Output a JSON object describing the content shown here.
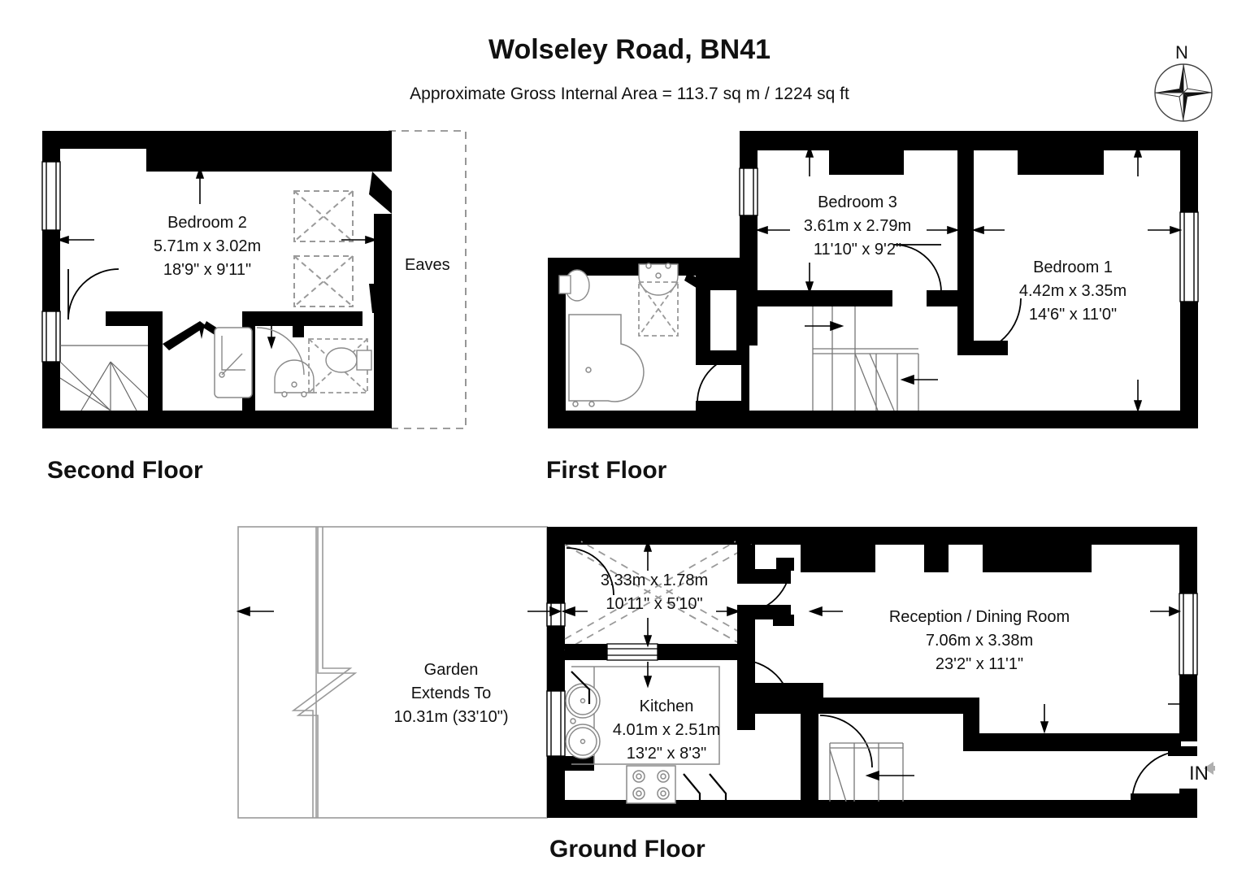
{
  "header": {
    "title": "Wolseley Road, BN41",
    "subtitle": "Approximate Gross Internal Area = 113.7 sq m / 1224 sq ft"
  },
  "compass": {
    "north_label": "N",
    "icon": "compass-rose-icon"
  },
  "floors": [
    {
      "id": "second",
      "caption": "Second Floor",
      "rooms": [
        {
          "name": "Bedroom 2",
          "metric": "5.71m x 3.02m",
          "imperial": "18'9\" x 9'11\""
        }
      ],
      "annotations": [
        {
          "name": "eaves",
          "text": "Eaves"
        }
      ]
    },
    {
      "id": "first",
      "caption": "First Floor",
      "rooms": [
        {
          "name": "Bedroom 3",
          "metric": "3.61m x 2.79m",
          "imperial": "11'10\" x 9'2\""
        },
        {
          "name": "Bedroom 1",
          "metric": "4.42m x 3.35m",
          "imperial": "14'6\" x 11'0\""
        }
      ],
      "annotations": []
    },
    {
      "id": "ground",
      "caption": "Ground Floor",
      "rooms": [
        {
          "name": "",
          "metric": "3.33m x 1.78m",
          "imperial": "10'11\" x 5'10\""
        },
        {
          "name": "Kitchen",
          "metric": "4.01m x 2.51m",
          "imperial": "13'2\" x 8'3\""
        },
        {
          "name": "Reception / Dining Room",
          "metric": "7.06m x 3.38m",
          "imperial": "23'2\" x 11'1\""
        }
      ],
      "annotations": [
        {
          "name": "garden",
          "line1": "Garden",
          "line2": "Extends To",
          "line3": "10.31m (33'10\")"
        },
        {
          "name": "entrance",
          "text": "IN"
        }
      ]
    }
  ],
  "colors": {
    "wall": "#000000",
    "fixture_line": "#8a8a8a",
    "dashed": "#9a9a9a",
    "text": "#111111",
    "background": "#ffffff"
  }
}
